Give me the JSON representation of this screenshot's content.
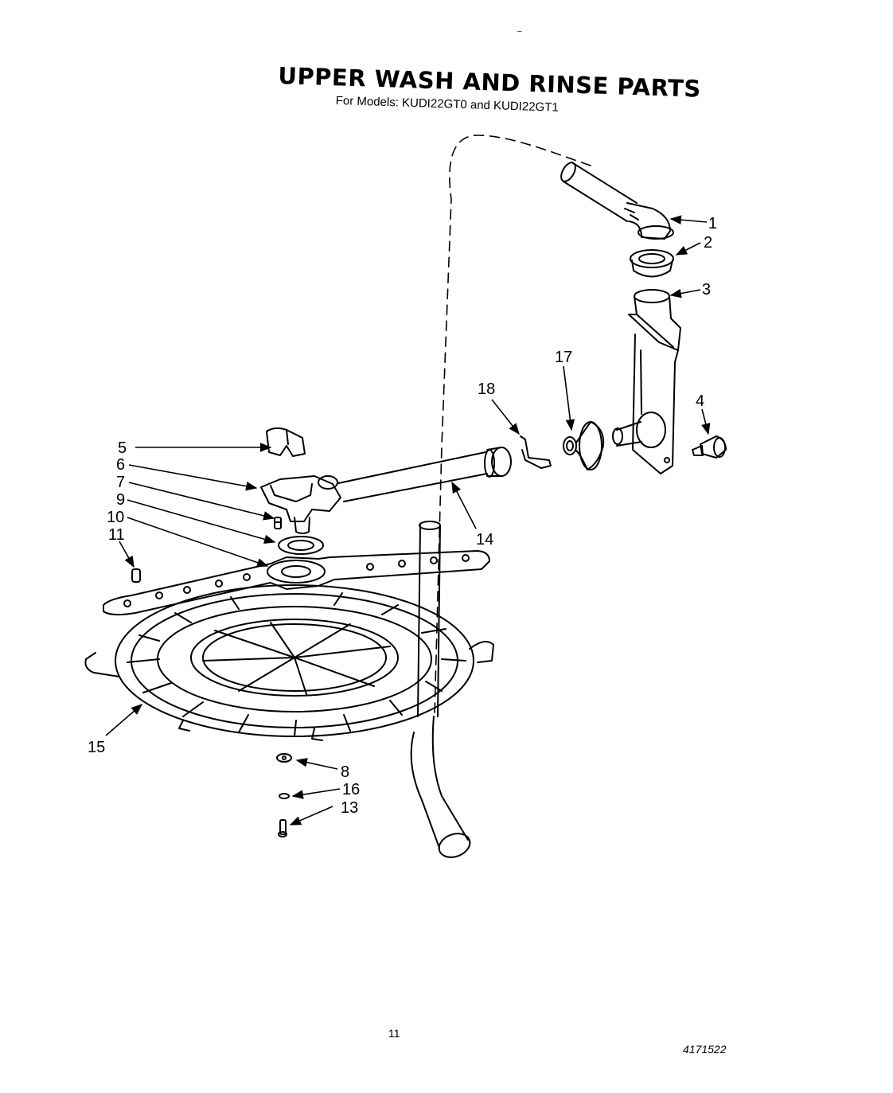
{
  "header": {
    "title": "UPPER WASH AND RINSE PARTS",
    "subtitle": "For Models: KUDI22GT0 and KUDI22GT1"
  },
  "footer": {
    "page_number": "11",
    "document_number": "4171522"
  },
  "callouts": [
    {
      "id": "1",
      "text": "1"
    },
    {
      "id": "2",
      "text": "2"
    },
    {
      "id": "3",
      "text": "3"
    },
    {
      "id": "4",
      "text": "4"
    },
    {
      "id": "5",
      "text": "5"
    },
    {
      "id": "6",
      "text": "6"
    },
    {
      "id": "7",
      "text": "7"
    },
    {
      "id": "8",
      "text": "8"
    },
    {
      "id": "9",
      "text": "9"
    },
    {
      "id": "10",
      "text": "10"
    },
    {
      "id": "11",
      "text": "11"
    },
    {
      "id": "13",
      "text": "13"
    },
    {
      "id": "14",
      "text": "14"
    },
    {
      "id": "15",
      "text": "15"
    },
    {
      "id": "16",
      "text": "16"
    },
    {
      "id": "17",
      "text": "17"
    },
    {
      "id": "18",
      "text": "18"
    }
  ]
}
